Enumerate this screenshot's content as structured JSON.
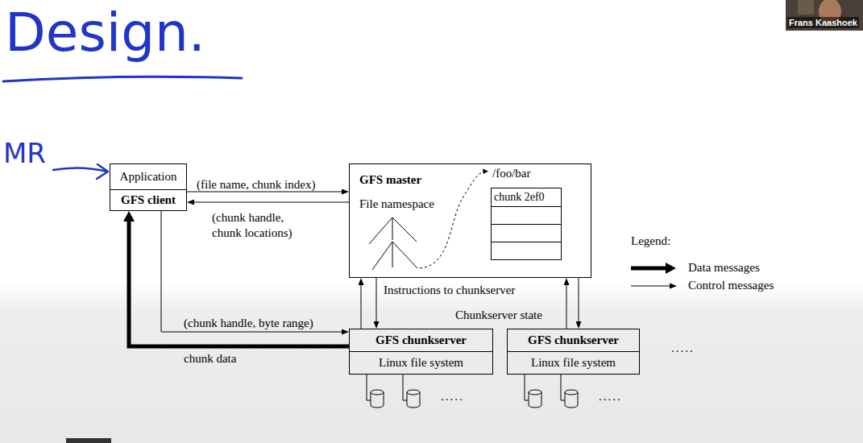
{
  "diagram": {
    "title": "Design.",
    "nodes": [
      {
        "text": [
          "Application"
        ]
      },
      {
        "text": [
          "GFS client"
        ]
      },
      {
        "text": [
          "GFS master",
          "File namespace"
        ]
      },
      {
        "text": [
          "/foo/bar",
          "chunk 2ef0"
        ],
        "in": 2
      },
      {
        "text": [
          "GFS chunkserver",
          "Linux file system"
        ]
      },
      {
        "text": [
          "GFS chunkserver",
          "Linux file system"
        ]
      }
    ],
    "edges": [
      {
        "from": 1,
        "to": 2,
        "label": "(file name, chunk index)",
        "arrow": "to"
      },
      {
        "from": 2,
        "to": 1,
        "label": "(chunk handle, chunk locations)",
        "arrow": "to"
      },
      {
        "from": 1,
        "to": 4,
        "label": "(chunk handle, byte range)",
        "arrow": "to"
      },
      {
        "from": 4,
        "to": 1,
        "label": "chunk data",
        "arrow": "to"
      },
      {
        "from": 2,
        "to": 4,
        "label": "Instructions to chunkserver",
        "arrow": "to"
      },
      {
        "from": 4,
        "to": 2,
        "arrow": "to"
      },
      {
        "from": 5,
        "to": 2,
        "label": "Chunkserver state",
        "arrow": "to"
      },
      {
        "from": 2,
        "to": 5,
        "arrow": "to"
      }
    ],
    "labels": [
      "MR",
      "Frans Kaashoek",
      "Legend:",
      ".....",
      ".....",
      "....."
    ],
    "legend": [
      {
        "text": "Data messages"
      },
      {
        "text": "Control messages"
      }
    ]
  }
}
